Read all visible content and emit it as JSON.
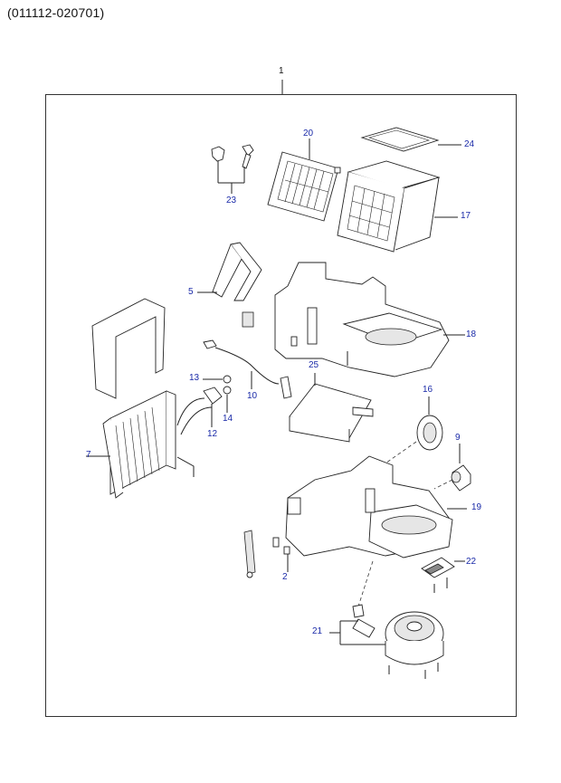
{
  "header": {
    "code": "(011112-020701)"
  },
  "callouts": {
    "assembly": "1",
    "p2": "2",
    "p5": "5",
    "p7": "7",
    "p9": "9",
    "p10": "10",
    "p12": "12",
    "p13": "13",
    "p14": "14",
    "p16": "16",
    "p17": "17",
    "p18": "18",
    "p19": "19",
    "p20": "20",
    "p21": "21",
    "p22": "22",
    "p23": "23",
    "p24": "24",
    "p25": "25"
  },
  "colors": {
    "callout_blue": "#1a2aa8",
    "callout_black": "#111111",
    "line": "#222222"
  }
}
